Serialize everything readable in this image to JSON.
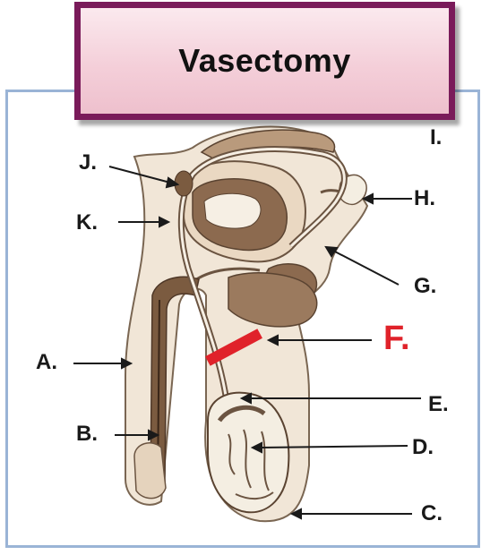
{
  "title": "Vasectomy",
  "labels": {
    "a": "A.",
    "b": "B.",
    "c": "C.",
    "d": "D.",
    "e": "E.",
    "f": "F.",
    "g": "G.",
    "h": "H.",
    "i": "I.",
    "j": "J.",
    "k": "K."
  },
  "colors": {
    "title_border": "#7a1b5a",
    "title_fill": "#f4cfd9",
    "frame_border": "#9ab4d6",
    "highlight_f": "#e0222a",
    "tissue": "#f1e6d7",
    "tissue_dark": "#8c6a4f"
  }
}
